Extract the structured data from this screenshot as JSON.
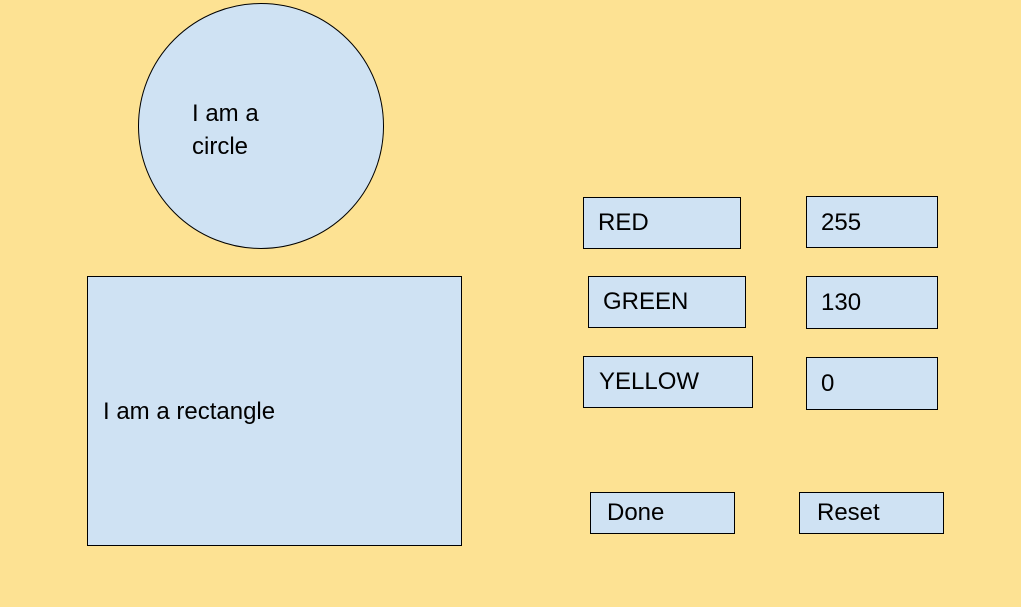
{
  "shapes": {
    "circle_label": "I am a\ncircle",
    "rectangle_label": "I am a rectangle"
  },
  "controls": [
    {
      "color_label": "RED",
      "value": "255"
    },
    {
      "color_label": "GREEN",
      "value": "130"
    },
    {
      "color_label": "YELLOW",
      "value": "0"
    }
  ],
  "buttons": {
    "done_label": "Done",
    "reset_label": "Reset"
  },
  "colors": {
    "background": "#fde293",
    "shape_fill": "#cfe2f3",
    "border": "#000000"
  }
}
